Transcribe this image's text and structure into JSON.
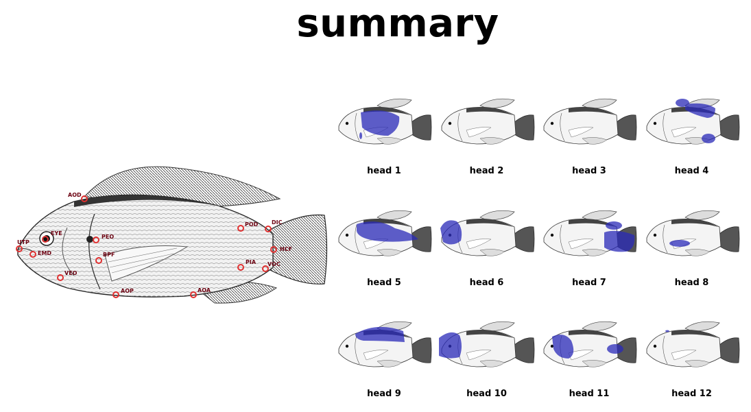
{
  "title": "summary",
  "colors": {
    "landmark": "#e03030",
    "landmark_label": "#6b0010",
    "attention": "#2a2ab8"
  },
  "landmarks": [
    {
      "code": "UTP"
    },
    {
      "code": "EYE"
    },
    {
      "code": "EMD"
    },
    {
      "code": "AOD"
    },
    {
      "code": "PEO"
    },
    {
      "code": "BPF"
    },
    {
      "code": "VEO"
    },
    {
      "code": "AOP"
    },
    {
      "code": "AOA"
    },
    {
      "code": "PIA"
    },
    {
      "code": "VOC"
    },
    {
      "code": "HCF"
    },
    {
      "code": "DIC"
    },
    {
      "code": "POD"
    }
  ],
  "heads": [
    {
      "label": "head 1",
      "region": "upper body behind head"
    },
    {
      "label": "head 2",
      "region": "none"
    },
    {
      "label": "head 3",
      "region": "none"
    },
    {
      "label": "head 4",
      "region": "dorsal fin and belly"
    },
    {
      "label": "head 5",
      "region": "upper body to tail"
    },
    {
      "label": "head 6",
      "region": "head"
    },
    {
      "label": "head 7",
      "region": "tail base"
    },
    {
      "label": "head 8",
      "region": "pectoral fin"
    },
    {
      "label": "head 9",
      "region": "back"
    },
    {
      "label": "head 10",
      "region": "head"
    },
    {
      "label": "head 11",
      "region": "pectoral area and tail base"
    },
    {
      "label": "head 12",
      "region": "small spot on head"
    }
  ]
}
